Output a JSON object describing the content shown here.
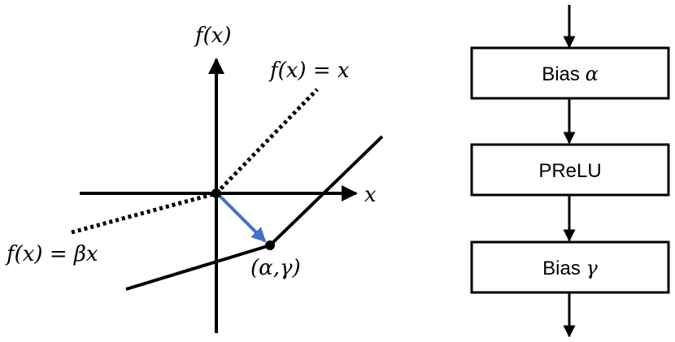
{
  "left_diagram": {
    "y_axis_label": "f(x)",
    "x_axis_label": "x",
    "identity_label": "f(x) = x",
    "negative_slope_label": "f(x) = βx",
    "shift_point_label": "(α,γ)",
    "colors": {
      "axis": "#000000",
      "curve": "#000000",
      "shift_arrow": "#4472C4"
    }
  },
  "flow": {
    "boxes": [
      {
        "label": "Bias ",
        "symbol": "α"
      },
      {
        "label": "PReLU",
        "symbol": ""
      },
      {
        "label": "Bias ",
        "symbol": "γ"
      }
    ]
  }
}
